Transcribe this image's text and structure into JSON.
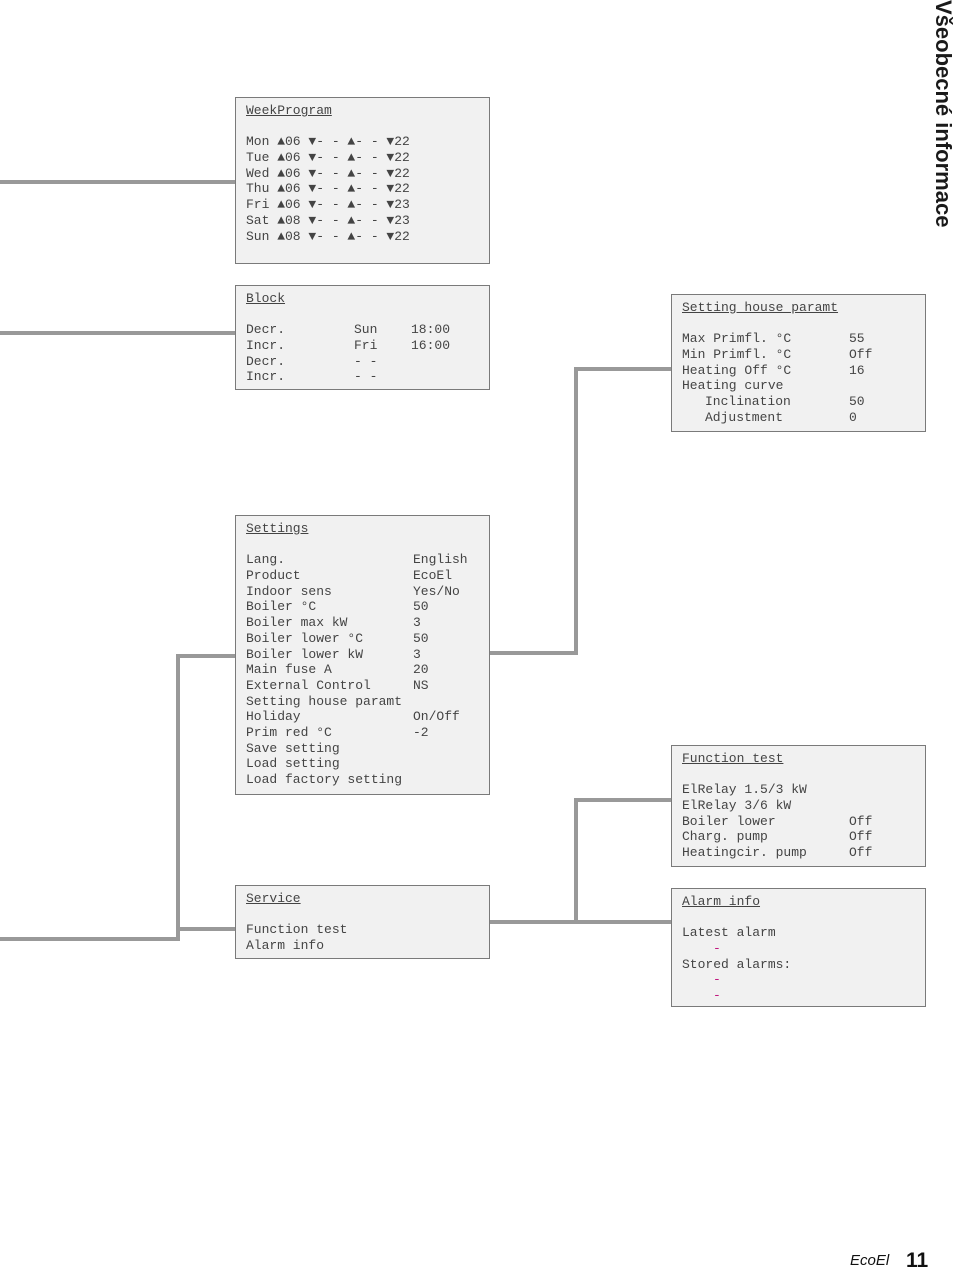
{
  "page": {
    "section_title": "Všeobecné informace",
    "brand": "EcoEl",
    "page_number": "11",
    "line_color": "#999999"
  },
  "week_program": {
    "title": "WeekProgram",
    "rows": [
      "Mon ▲06 ▼- - ▲- - ▼22",
      "Tue ▲06 ▼- - ▲- - ▼22",
      "Wed ▲06 ▼- - ▲- - ▼22",
      "Thu ▲06 ▼- - ▲- - ▼22",
      "Fri ▲06 ▼- - ▲- - ▼23",
      "Sat ▲08 ▼- - ▲- - ▼23",
      "Sun ▲08 ▼- - ▲- - ▼22"
    ]
  },
  "block": {
    "title": "Block",
    "rows": [
      {
        "action": "Decr.",
        "day": "Sun",
        "time": "18:00"
      },
      {
        "action": "Incr.",
        "day": "Fri",
        "time": "16:00"
      },
      {
        "action": "Decr.",
        "day": "- -",
        "time": ""
      },
      {
        "action": "Incr.",
        "day": "- -",
        "time": ""
      }
    ]
  },
  "settings": {
    "title": "Settings",
    "rows": [
      {
        "label": "Lang.",
        "value": "English"
      },
      {
        "label": "Product",
        "value": "EcoEl"
      },
      {
        "label": "Indoor sens",
        "value": "Yes/No"
      },
      {
        "label": "Boiler °C",
        "value": "50"
      },
      {
        "label": "Boiler max kW",
        "value": "3"
      },
      {
        "label": "Boiler lower °C",
        "value": "50"
      },
      {
        "label": "Boiler lower kW",
        "value": "3"
      },
      {
        "label": "Main fuse A",
        "value": "20"
      },
      {
        "label": "External Control",
        "value": "NS"
      },
      {
        "label": "Setting house paramt",
        "value": ""
      },
      {
        "label": "Holiday",
        "value": "On/Off"
      },
      {
        "label": "Prim red °C",
        "value": "-2"
      },
      {
        "label": "Save setting",
        "value": ""
      },
      {
        "label": "Load setting",
        "value": ""
      },
      {
        "label": "Load factory setting",
        "value": ""
      }
    ]
  },
  "service": {
    "title": "Service",
    "items": [
      "Function test",
      "Alarm info"
    ]
  },
  "house_params": {
    "title": "Setting house paramt",
    "rows": [
      {
        "label": "Max Primfl. °C",
        "value": "55",
        "indent": false
      },
      {
        "label": "Min Primfl. °C",
        "value": "Off",
        "indent": false
      },
      {
        "label": "Heating Off °C",
        "value": "16",
        "indent": false
      },
      {
        "label": "Heating curve",
        "value": "",
        "indent": false
      },
      {
        "label": "Inclination",
        "value": "50",
        "indent": true
      },
      {
        "label": "Adjustment",
        "value": "0",
        "indent": true
      }
    ]
  },
  "function_test": {
    "title": "Function test",
    "rows": [
      {
        "label": "ElRelay 1.5/3 kW",
        "value": ""
      },
      {
        "label": "ElRelay 3/6 kW",
        "value": ""
      },
      {
        "label": "Boiler lower",
        "value": "Off"
      },
      {
        "label": "Charg. pump",
        "value": "Off"
      },
      {
        "label": "Heatingcir. pump",
        "value": "Off"
      }
    ]
  },
  "alarm_info": {
    "title": "Alarm info",
    "latest_label": "Latest alarm",
    "latest_value": "-",
    "stored_label": "Stored alarms:",
    "stored_values": [
      "-",
      "-"
    ]
  }
}
